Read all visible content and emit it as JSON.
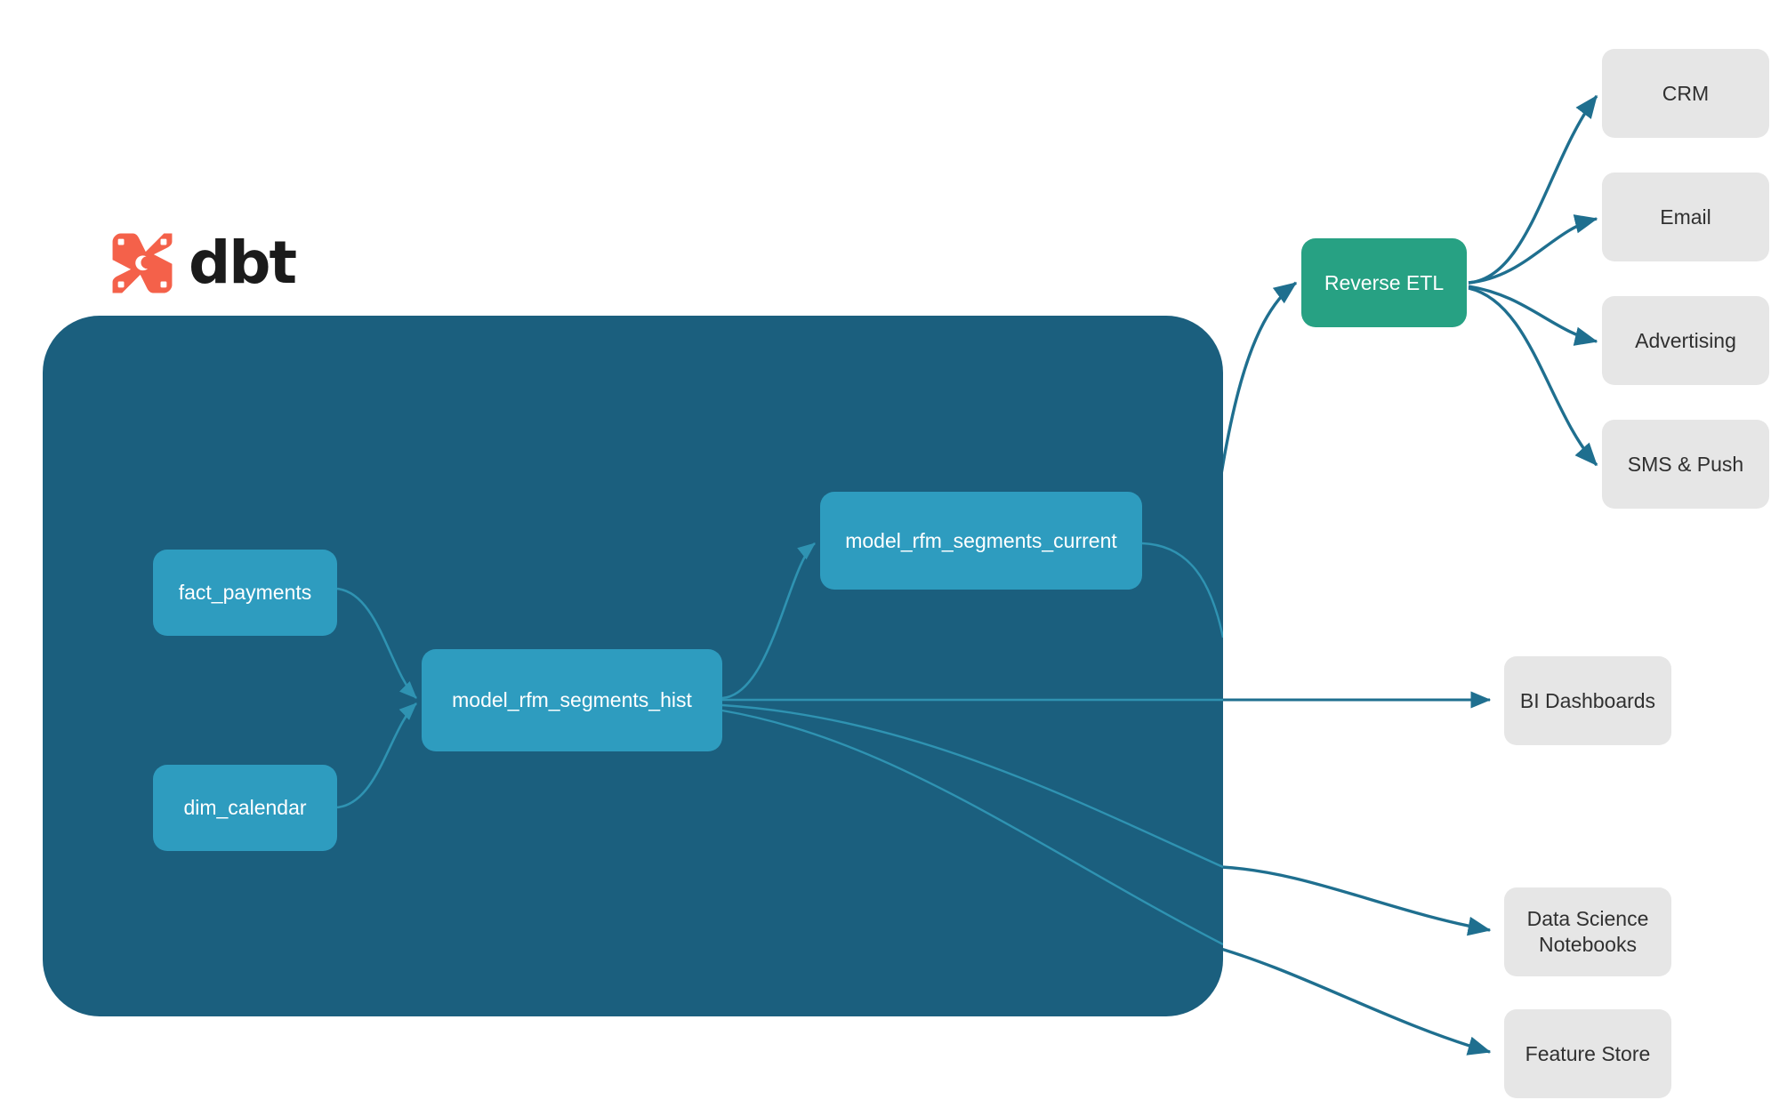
{
  "brand": {
    "logo_icon": "dbt-x-mark-icon",
    "wordmark": "dbt",
    "logo_color": "#f4614a"
  },
  "colors": {
    "canvas_background": "#ffffff",
    "project_container": "#1b5f7e",
    "model_node": "#2e9cbf",
    "reverse_etl_node": "#27a183",
    "consumer_node": "#e6e6e6",
    "edge_external": "#1f6f8f",
    "edge_internal": "#2f93b2",
    "model_node_text": "#ffffff",
    "consumer_node_text": "#303030"
  },
  "project": {
    "container_name": "dbt-project-container",
    "models": [
      {
        "id": "fact_payments",
        "label": "fact_payments",
        "kind": "source-model"
      },
      {
        "id": "dim_calendar",
        "label": "dim_calendar",
        "kind": "source-model"
      },
      {
        "id": "model_rfm_segments_hist",
        "label": "model_rfm_segments_hist",
        "kind": "transform-model"
      },
      {
        "id": "model_rfm_segments_current",
        "label": "model_rfm_segments_current",
        "kind": "output-model"
      }
    ]
  },
  "activation": {
    "reverse_etl": {
      "id": "reverse_etl",
      "label": "Reverse ETL"
    },
    "destinations": [
      {
        "id": "crm",
        "label": "CRM"
      },
      {
        "id": "email",
        "label": "Email"
      },
      {
        "id": "advertising",
        "label": "Advertising"
      },
      {
        "id": "sms_push",
        "label": "SMS & Push"
      }
    ]
  },
  "analytics_consumers": [
    {
      "id": "bi_dashboards",
      "label": "BI Dashboards"
    },
    {
      "id": "ds_notebooks",
      "label": "Data Science\nNotebooks"
    },
    {
      "id": "feature_store",
      "label": "Feature Store"
    }
  ],
  "chart_data": {
    "type": "diagram",
    "diagram_kind": "dag-lineage-flow",
    "title": "",
    "nodes": [
      {
        "id": "fact_payments",
        "label": "fact_payments",
        "group": "dbt-project",
        "style": "model"
      },
      {
        "id": "dim_calendar",
        "label": "dim_calendar",
        "group": "dbt-project",
        "style": "model"
      },
      {
        "id": "model_rfm_segments_hist",
        "label": "model_rfm_segments_hist",
        "group": "dbt-project",
        "style": "model"
      },
      {
        "id": "model_rfm_segments_current",
        "label": "model_rfm_segments_current",
        "group": "dbt-project",
        "style": "model"
      },
      {
        "id": "reverse_etl",
        "label": "Reverse ETL",
        "group": "activation",
        "style": "green"
      },
      {
        "id": "crm",
        "label": "CRM",
        "group": "destination",
        "style": "gray"
      },
      {
        "id": "email",
        "label": "Email",
        "group": "destination",
        "style": "gray"
      },
      {
        "id": "advertising",
        "label": "Advertising",
        "group": "destination",
        "style": "gray"
      },
      {
        "id": "sms_push",
        "label": "SMS & Push",
        "group": "destination",
        "style": "gray"
      },
      {
        "id": "bi_dashboards",
        "label": "BI Dashboards",
        "group": "consumer",
        "style": "gray"
      },
      {
        "id": "ds_notebooks",
        "label": "Data Science Notebooks",
        "group": "consumer",
        "style": "gray"
      },
      {
        "id": "feature_store",
        "label": "Feature Store",
        "group": "consumer",
        "style": "gray"
      }
    ],
    "edges": [
      {
        "from": "fact_payments",
        "to": "model_rfm_segments_hist"
      },
      {
        "from": "dim_calendar",
        "to": "model_rfm_segments_hist"
      },
      {
        "from": "model_rfm_segments_hist",
        "to": "model_rfm_segments_current"
      },
      {
        "from": "model_rfm_segments_current",
        "to": "reverse_etl"
      },
      {
        "from": "model_rfm_segments_hist",
        "to": "bi_dashboards"
      },
      {
        "from": "model_rfm_segments_hist",
        "to": "ds_notebooks"
      },
      {
        "from": "model_rfm_segments_hist",
        "to": "feature_store"
      },
      {
        "from": "reverse_etl",
        "to": "crm"
      },
      {
        "from": "reverse_etl",
        "to": "email"
      },
      {
        "from": "reverse_etl",
        "to": "advertising"
      },
      {
        "from": "reverse_etl",
        "to": "sms_push"
      }
    ],
    "groups": [
      {
        "id": "dbt-project",
        "label": "",
        "style": "dark-teal-rounded-container"
      }
    ]
  }
}
